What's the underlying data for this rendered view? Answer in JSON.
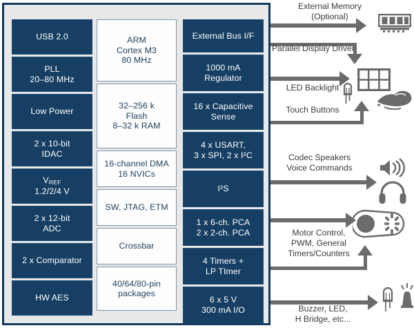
{
  "diagram": {
    "title": "MCU block diagram",
    "colors": {
      "panel_border": "#113a5e",
      "panel_fill": "#e8e8e8",
      "dark_block": "#173f63",
      "light_block": "#fdfdfd",
      "light_block_text": "#1d3f5e",
      "arrow": "#6b6b6b",
      "note_text": "#3b3b3b"
    },
    "columns": {
      "left": {
        "name": "peripherals-left-column",
        "blocks": [
          {
            "label": "USB 2.0",
            "lines": [
              "USB 2.0"
            ]
          },
          {
            "label": "PLL 20-80 MHz",
            "lines": [
              "PLL",
              "20–80 MHz"
            ]
          },
          {
            "label": "Low Power",
            "lines": [
              "Low Power"
            ]
          },
          {
            "label": "2 x 10-bit IDAC",
            "lines": [
              "2 x 10-bit",
              "IDAC"
            ]
          },
          {
            "label": "VREF 1.2/2/4 V",
            "lines": [
              "VREF",
              "1.2/2/4 V"
            ],
            "subscript": "REF",
            "base": "V"
          },
          {
            "label": "2 x 12-bit ADC",
            "lines": [
              "2 x 12-bit",
              "ADC"
            ]
          },
          {
            "label": "2 x Comparator",
            "lines": [
              "2 x Comparator"
            ]
          },
          {
            "label": "HW AES",
            "lines": [
              "HW AES"
            ]
          }
        ]
      },
      "middle": {
        "name": "core-middle-column",
        "blocks": [
          {
            "label": "ARM Cortex M3 80 MHz",
            "lines": [
              "ARM",
              "Cortex M3",
              "80 MHz"
            ]
          },
          {
            "label": "32-256 k Flash 8-32 k RAM",
            "lines": [
              "32–256 k",
              "Flash",
              "8–32 k RAM"
            ]
          },
          {
            "label": "16-channel DMA 16 NVICs",
            "lines": [
              "16-channel DMA",
              "16 NVICs"
            ]
          },
          {
            "label": "SW, JTAG, ETM",
            "lines": [
              "SW, JTAG, ETM"
            ]
          },
          {
            "label": "Crossbar",
            "lines": [
              "Crossbar"
            ]
          },
          {
            "label": "40/64/80-pin packages",
            "lines": [
              "40/64/80-pin",
              "packages"
            ]
          }
        ]
      },
      "right": {
        "name": "peripherals-right-column",
        "blocks": [
          {
            "label": "External Bus I/F",
            "lines": [
              "External Bus I/F"
            ]
          },
          {
            "label": "1000 mA Regulator",
            "lines": [
              "1000 mA",
              "Regulator"
            ]
          },
          {
            "label": "16 x Capacitive Sense",
            "lines": [
              "16 x Capacitive",
              "Sense"
            ]
          },
          {
            "label": "4 x USART, 3 x SPI, 2 x I2C",
            "lines": [
              "4 x USART,",
              "3 x SPI, 2 x I²C"
            ]
          },
          {
            "label": "I2S",
            "lines": [
              "I²S"
            ]
          },
          {
            "label": "1 x 6-ch. PCA 2 x 2-ch. PCA",
            "lines": [
              "1 x 6-ch. PCA",
              "2 x 2-ch. PCA"
            ]
          },
          {
            "label": "4 Timers + LP TImer",
            "lines": [
              "4 Timers +",
              "LP TImer"
            ]
          },
          {
            "label": "6 x 5 V 300 mA I/O",
            "lines": [
              "6 x 5 V",
              "300 mA I/O"
            ]
          }
        ]
      }
    },
    "annotations": [
      {
        "id": "external-memory",
        "text": "External Memory\n(Optional)"
      },
      {
        "id": "parallel-display-driver",
        "text": "Parallel Display Driver"
      },
      {
        "id": "led-backlight",
        "text": "LED Backlight"
      },
      {
        "id": "touch-buttons",
        "text": "Touch Buttons"
      },
      {
        "id": "codec-speakers",
        "text": "Codec Speakers\nVoice Commands"
      },
      {
        "id": "motor-control",
        "text": "Motor Control,\nPWM, General\nTimers/Counters"
      },
      {
        "id": "buzzer-led",
        "text": "Buzzer, LED,\nH Bridge, etc..."
      }
    ],
    "icons": [
      {
        "id": "memory-module-icon",
        "label": "memory module"
      },
      {
        "id": "display-panel-icon",
        "label": "display panel"
      },
      {
        "id": "led-icon",
        "label": "LED"
      },
      {
        "id": "hand-touch-icon",
        "label": "hand touch"
      },
      {
        "id": "speaker-icon",
        "label": "speaker"
      },
      {
        "id": "headphones-icon",
        "label": "headphones"
      },
      {
        "id": "motor-belt-icon",
        "label": "motor with belt"
      },
      {
        "id": "led-small-icon",
        "label": "LED"
      },
      {
        "id": "buzzer-icon",
        "label": "buzzer"
      }
    ]
  }
}
